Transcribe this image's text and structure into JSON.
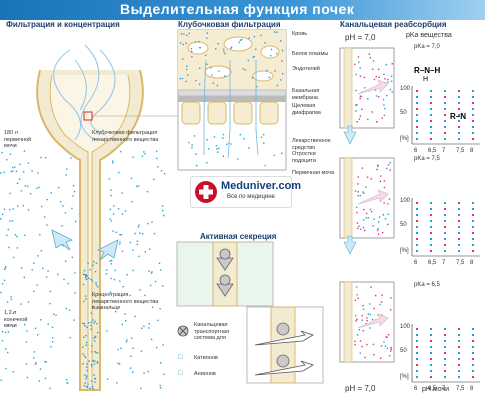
{
  "title": "Выделительная функция почек",
  "sections": {
    "filtration": "Фильтрация и концентрация",
    "glomerular": "Клубочковая фильтрация",
    "reabsorption": "Канальцевая реабсорбция",
    "secretion": "Активная секреция"
  },
  "left_labels": {
    "primary_urine": "180 л первичной мочи",
    "glomerular_filtration": "Клубочковая фильтрация лекарственного вещества",
    "final_urine": "1,2 л конечной мочи",
    "concentration": "Концентрация лекарственного вещества в канальце"
  },
  "glomerular_labels": [
    "Кровь",
    "Белок плазмы",
    "Эндотелий",
    "Базальная мембрана",
    "Щелевая диафрагма",
    "Лекарственное средство",
    "Отростки подоцита",
    "Первичная моча"
  ],
  "logo": {
    "name": "Meduniver.com",
    "tagline": "Все по медицине"
  },
  "secretion_legend": {
    "transport": "Канальцевая транспортная система для",
    "cations": "Катионов",
    "anions": "Анионов"
  },
  "reabsorption": {
    "ph_top": "pH = 7,0",
    "ph_bottom": "pH = 7,0",
    "pka_header": "pKa вещества",
    "urine_ph": "pH мочи",
    "pka_values": [
      "pKa = 7,0",
      "pKa = 7,5",
      "pKa = 6,5"
    ],
    "y_ticks": [
      "100",
      "50",
      "[%]"
    ],
    "x_ticks": [
      "6",
      "6,5",
      "7",
      "7,5",
      "8"
    ],
    "formula1": "R–N–H",
    "formula1_sub": "H",
    "formula2": "R–N"
  },
  "colors": {
    "accent": "#1a73b8",
    "cation": "#1fa0d8",
    "anion": "#e0307a",
    "tube": "#f3ead2",
    "tube_border": "#d8b86b"
  }
}
